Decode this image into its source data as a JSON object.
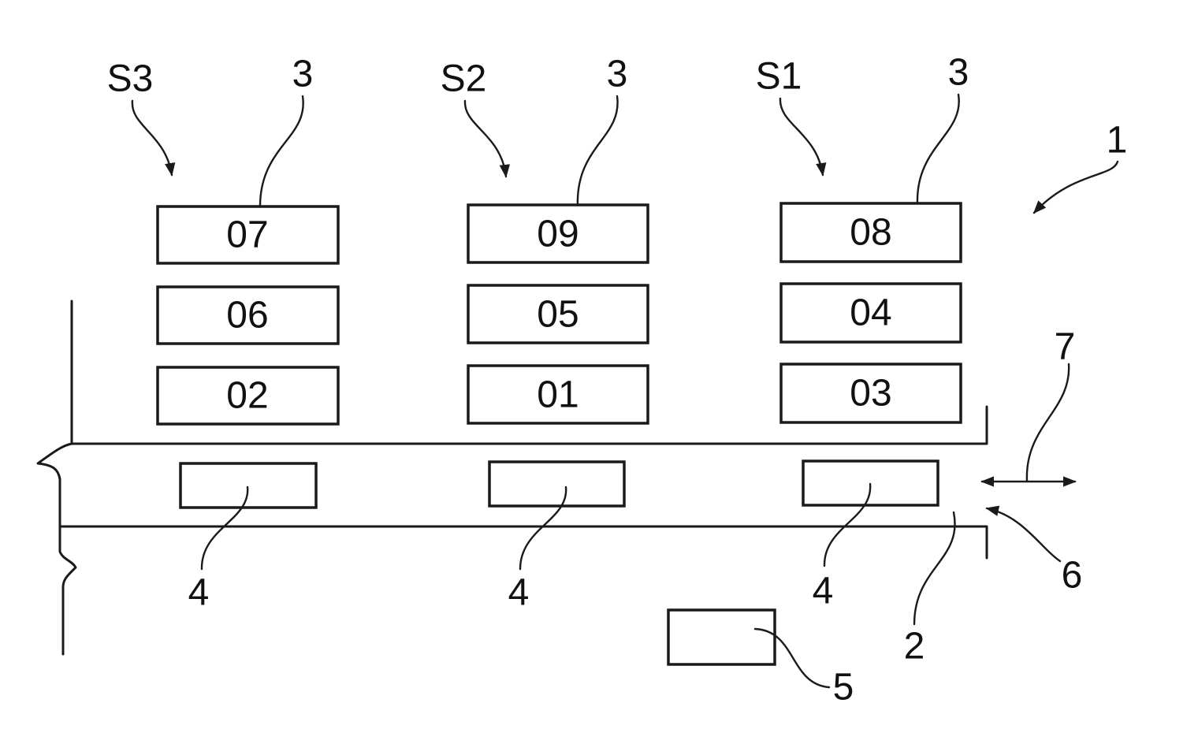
{
  "stacks": [
    {
      "label": "S3",
      "ref": "3",
      "bins": [
        "07",
        "06",
        "02"
      ]
    },
    {
      "label": "S2",
      "ref": "3",
      "bins": [
        "09",
        "05",
        "01"
      ]
    },
    {
      "label": "S1",
      "ref": "3",
      "bins": [
        "08",
        "04",
        "03"
      ]
    }
  ],
  "vehicle_refs": [
    "4",
    "4",
    "4"
  ],
  "ref_system": "1",
  "ref_rail": "2",
  "ref_station": "5",
  "ref_opening": "6",
  "ref_motion": "7"
}
